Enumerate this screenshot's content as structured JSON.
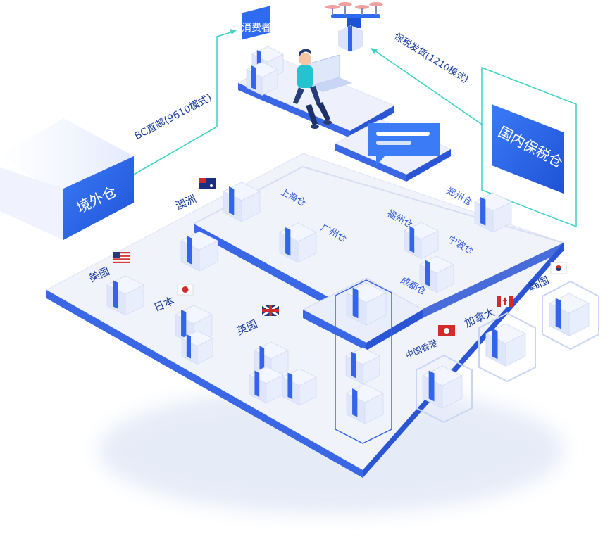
{
  "colors": {
    "primary_blue": "#2f6bf0",
    "dark_blue": "#1c4fd8",
    "platform_top": "#eef1fb",
    "platform_side": "#3f6ee8",
    "connector_teal": "#3ed3c4",
    "hexagon_outline": "#c9d5f5",
    "box_light": "#e9eefc",
    "box_stripe": "#3464ec"
  },
  "flows": {
    "bc_mail": "BC直邮(9610模式)",
    "bonded_shipping": "保税发货(1210模式)"
  },
  "nodes": {
    "consumer": "消费者",
    "overseas_warehouse": "境外仓",
    "domestic_bonded_warehouse": "国内保税仓"
  },
  "countries": [
    {
      "label": "澳洲",
      "flag": "australia-flag-icon"
    },
    {
      "label": "美国",
      "flag": "usa-flag-icon"
    },
    {
      "label": "日本",
      "flag": "japan-flag-icon"
    },
    {
      "label": "英国",
      "flag": "uk-flag-icon"
    },
    {
      "label": "中国香港",
      "flag": "hongkong-flag-icon"
    },
    {
      "label": "加拿大",
      "flag": "canada-flag-icon"
    },
    {
      "label": "韩国",
      "flag": "korea-flag-icon"
    }
  ],
  "domestic_warehouses": [
    "上海仓",
    "广州仓",
    "福州仓",
    "宁波仓",
    "成都仓",
    "郑州仓"
  ],
  "icons": {
    "drone": "drone-icon",
    "person": "consumer-person-icon",
    "laptop": "laptop-icon",
    "chat": "chat-bubble-icon",
    "box": "parcel-box-icon"
  }
}
